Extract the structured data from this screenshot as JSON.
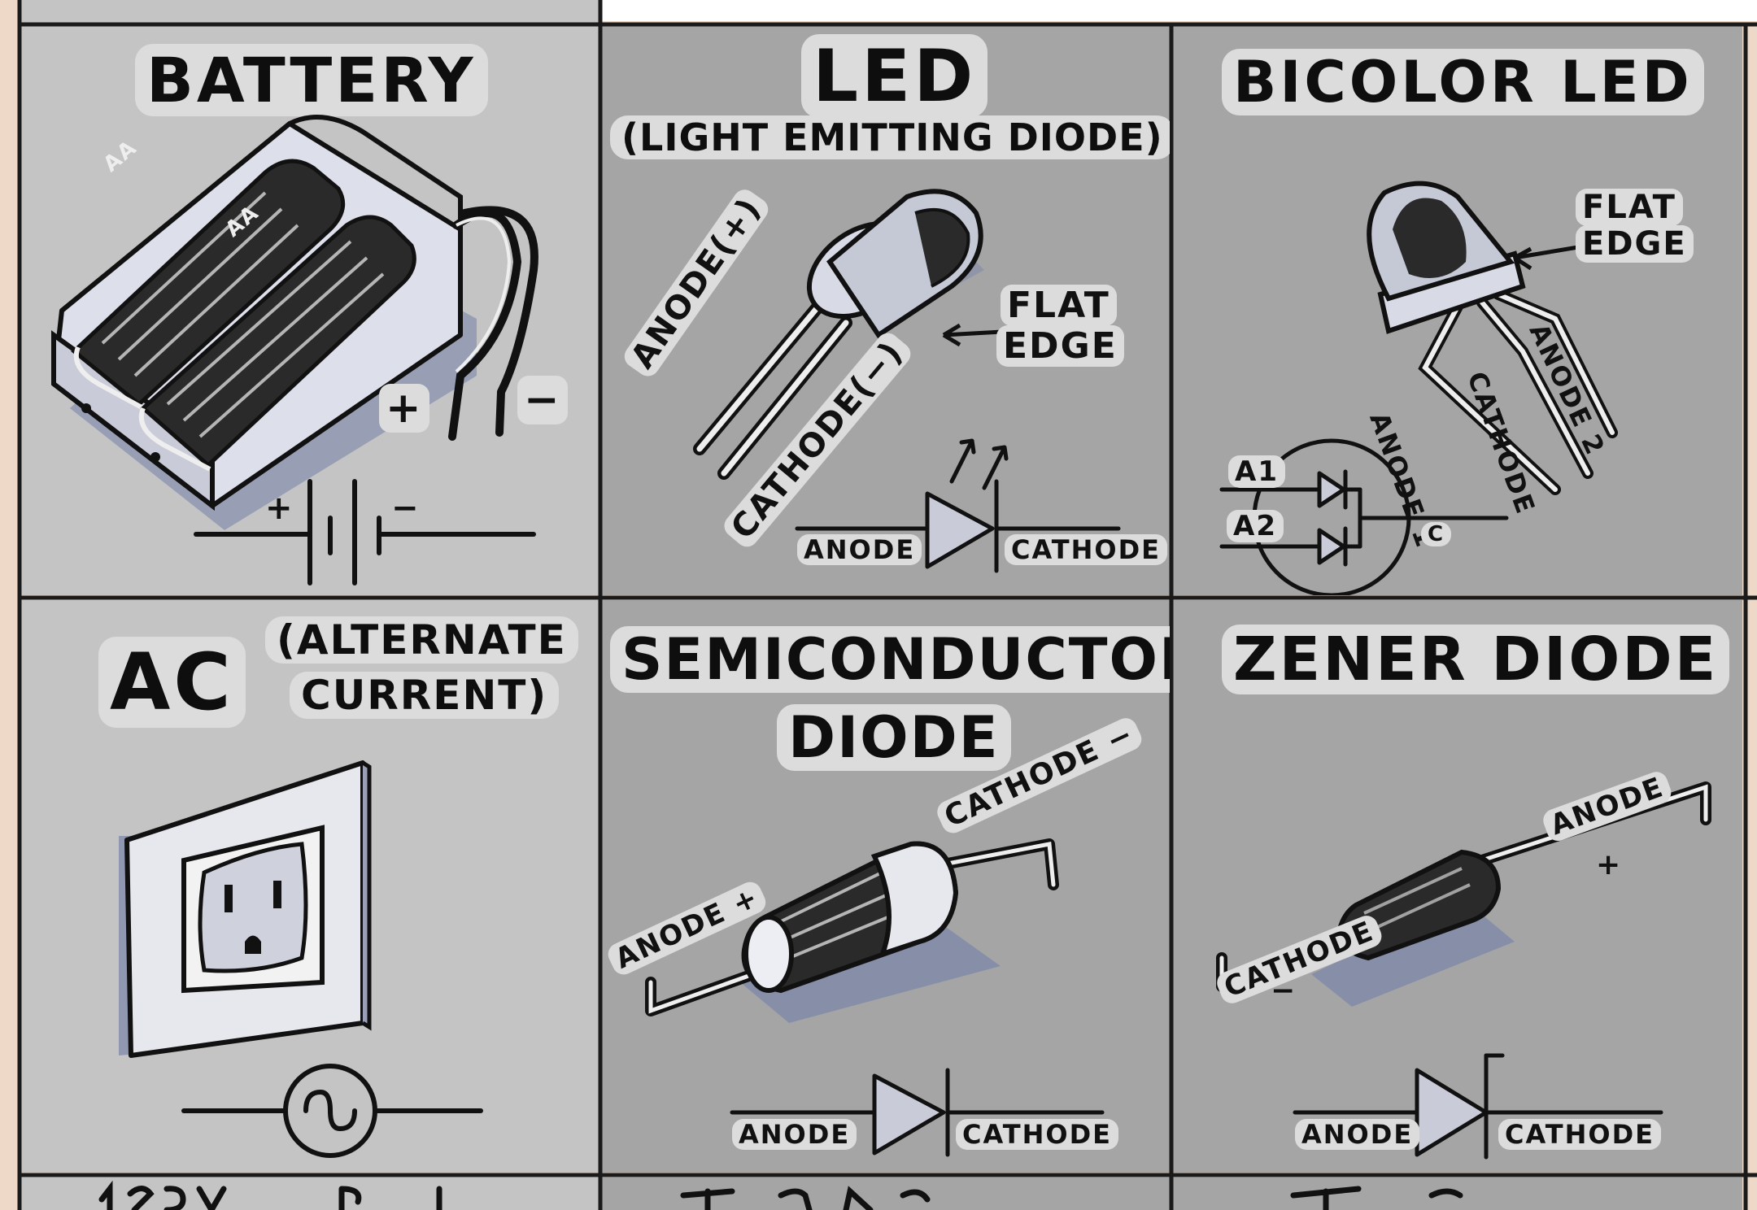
{
  "colors": {
    "margin": "#eed9c8",
    "cell_light": "#c4c4c4",
    "cell_dark": "#a5a5a5",
    "grid_line": "#1a1a1a",
    "ink": "#111111",
    "shadow": "#7b86aa",
    "title_highlight": "#dcdcdc"
  },
  "cells": {
    "battery": {
      "title": "BATTERY",
      "plus": "+",
      "minus": "−",
      "symbol_plus": "+",
      "symbol_minus": "−",
      "cell_label_1": "AA",
      "cell_label_2": "AA"
    },
    "led": {
      "title": "LED",
      "subtitle": "(LIGHT EMITTING DIODE)",
      "anode": "ANODE(+)",
      "cathode": "CATHODE(−)",
      "flat_edge_1": "FLAT",
      "flat_edge_2": "EDGE",
      "symbol_anode": "ANODE",
      "symbol_cathode": "CATHODE"
    },
    "bicolor_led": {
      "title": "BICOLOR LED",
      "flat_edge_1": "FLAT",
      "flat_edge_2": "EDGE",
      "lead_1": "ANODE 1",
      "lead_2": "CATHODE",
      "lead_3": "ANODE 2",
      "symbol_a1": "A1",
      "symbol_a2": "A2",
      "symbol_c": "C"
    },
    "ac": {
      "title": "AC",
      "subtitle_1": "(ALTERNATE",
      "subtitle_2": "CURRENT)"
    },
    "semiconductor_diode": {
      "title_1": "SEMICONDUCTOR",
      "title_2": "DIODE",
      "anode": "ANODE +",
      "cathode": "CATHODE −",
      "symbol_anode": "ANODE",
      "symbol_cathode": "CATHODE"
    },
    "zener_diode": {
      "title": "ZENER DIODE",
      "anode": "ANODE",
      "anode_sign": "+",
      "cathode": "CATHODE",
      "cathode_sign": "−",
      "symbol_anode": "ANODE",
      "symbol_cathode": "CATHODE"
    }
  }
}
